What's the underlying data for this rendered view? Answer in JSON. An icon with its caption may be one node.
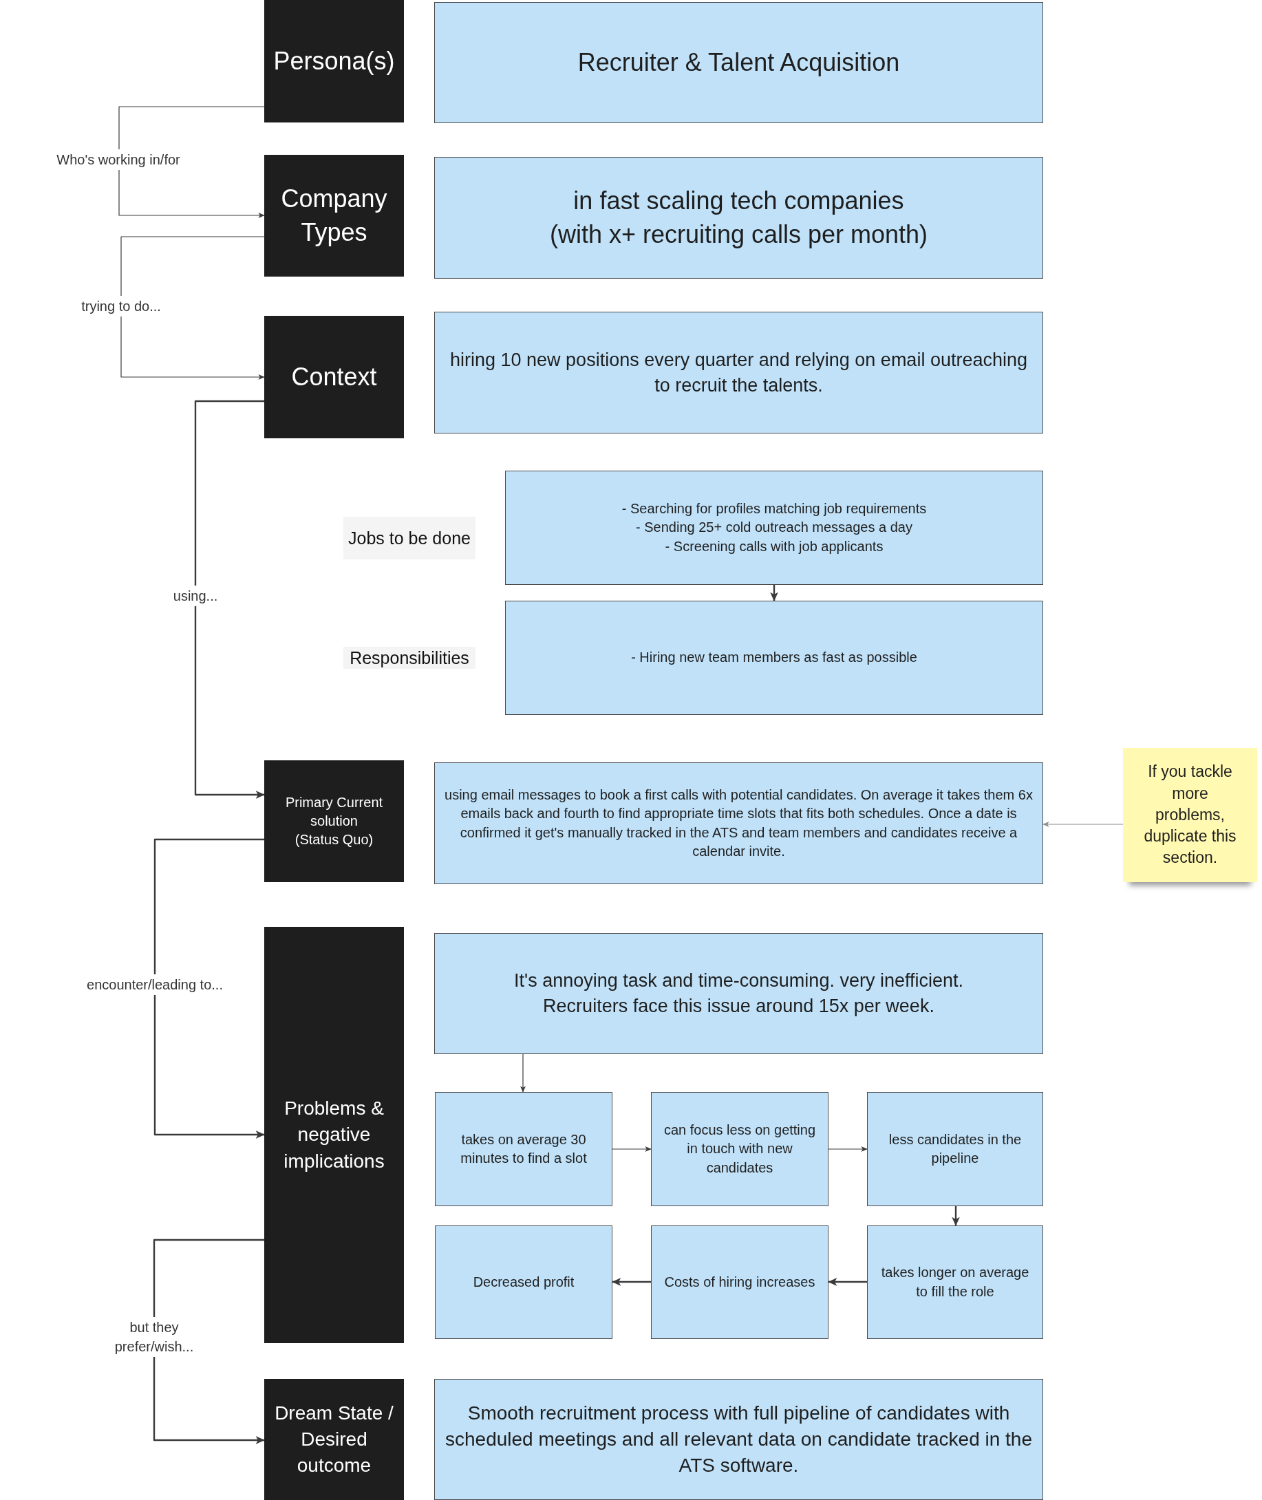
{
  "diagram": {
    "nodes": [
      {
        "text": [
          "Persona(s)"
        ]
      },
      {
        "text": [
          "Recruiter & Talent Acquisition"
        ]
      },
      {
        "text": [
          "Company Types"
        ]
      },
      {
        "text": [
          "in fast scaling tech companies",
          "(with x+ recruiting calls per month)"
        ]
      },
      {
        "text": [
          "Context"
        ]
      },
      {
        "text": [
          "hiring 10 new positions every quarter and relying on email outreaching to recruit the talents."
        ]
      },
      {
        "text": [
          "Jobs to be done"
        ]
      },
      {
        "text": [
          "- Searching for profiles matching job requirements",
          "- Sending 25+ cold outreach messages a day",
          "- Screening calls with job applicants"
        ]
      },
      {
        "text": [
          "Responsibilities"
        ]
      },
      {
        "text": [
          "- Hiring new team members as fast as possible"
        ]
      },
      {
        "text": [
          "Primary Current solution",
          "(Status Quo)"
        ]
      },
      {
        "text": [
          "using email messages to book a first calls with potential candidates. On average it takes them 6x emails back and fourth to find appropriate time slots that fits both schedules. Once a date is confirmed it get's manually tracked in the ATS and team members and candidates receive a calendar invite."
        ]
      },
      {
        "text": [
          "If you tackle more problems, duplicate this section."
        ]
      },
      {
        "text": [
          "Problems & negative implications"
        ]
      },
      {
        "text": [
          "It's annoying task and time-consuming. very inefficient.",
          "Recruiters face this issue around 15x per week."
        ]
      },
      {
        "text": [
          "takes on average 30 minutes to find a slot"
        ]
      },
      {
        "text": [
          "can focus less on getting in touch with new candidates"
        ]
      },
      {
        "text": [
          "less candidates in the pipeline"
        ]
      },
      {
        "text": [
          "Decreased profit"
        ]
      },
      {
        "text": [
          "Costs of hiring increases"
        ]
      },
      {
        "text": [
          "takes longer on average to fill the role"
        ]
      },
      {
        "text": [
          "Dream State / Desired outcome"
        ]
      },
      {
        "text": [
          "Smooth recruitment process with full pipeline of candidates with scheduled meetings and all relevant data on candidate tracked in the ATS software."
        ]
      }
    ],
    "edges": [
      {
        "from": 0,
        "to": 2,
        "arrow": "to",
        "label": "Who's working in/for"
      },
      {
        "from": 2,
        "to": 4,
        "arrow": "to",
        "label": "trying to do..."
      },
      {
        "from": 4,
        "to": 10,
        "arrow": "to",
        "label": "using..."
      },
      {
        "from": 10,
        "to": 13,
        "arrow": "to",
        "label": "encounter/leading to..."
      },
      {
        "from": 13,
        "to": 21,
        "arrow": "to",
        "label": "but they prefer/wish..."
      },
      {
        "from": 7,
        "to": 9,
        "arrow": "to"
      },
      {
        "from": 12,
        "to": 11,
        "arrow": "to",
        "color": "#8c8c8c"
      },
      {
        "from": 14,
        "to": 15,
        "arrow": "to"
      },
      {
        "from": 15,
        "to": 16,
        "arrow": "to"
      },
      {
        "from": 16,
        "to": 17,
        "arrow": "to"
      },
      {
        "from": 17,
        "to": 20,
        "arrow": "to"
      },
      {
        "from": 20,
        "to": 19,
        "arrow": "to"
      },
      {
        "from": 19,
        "to": 18,
        "arrow": "to"
      }
    ]
  }
}
